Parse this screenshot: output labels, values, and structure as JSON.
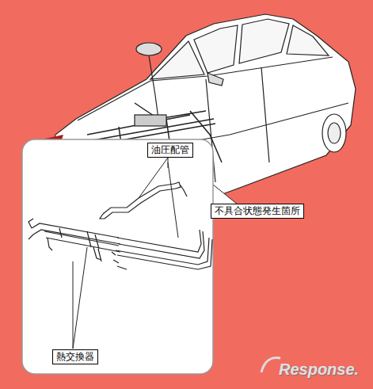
{
  "diagram": {
    "nodes": [
      {
        "text": [
          "不具合状態発生箇所"
        ]
      },
      {
        "text": [
          "油圧配管"
        ]
      },
      {
        "text": [
          "熱交換器"
        ]
      }
    ],
    "labels": [
      "Response."
    ]
  }
}
